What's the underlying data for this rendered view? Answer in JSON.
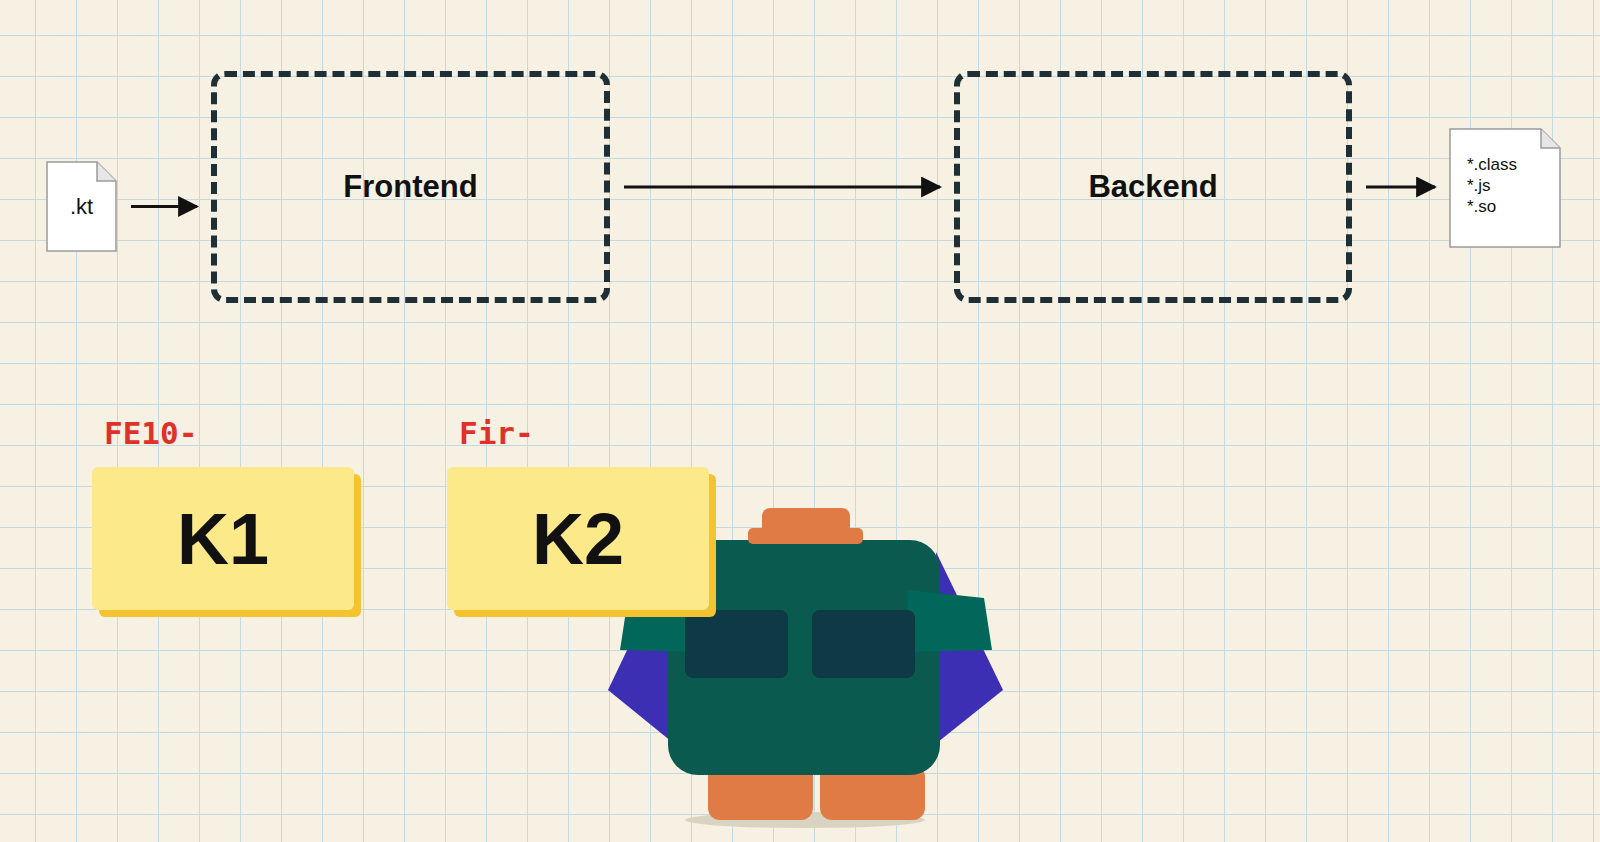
{
  "diagram": {
    "nodes": [
      {
        "text": [
          ".kt"
        ]
      },
      {
        "text": [
          "Frontend"
        ]
      },
      {
        "text": [
          "Backend"
        ]
      },
      {
        "text": [
          "*.class",
          "*.js",
          "*.so"
        ]
      },
      {
        "text": [
          "FE10-",
          "K1"
        ]
      },
      {
        "text": [
          "Fir-",
          "K2"
        ]
      }
    ],
    "edges": [
      {
        "from": 0,
        "to": 1,
        "arrow": "to"
      },
      {
        "from": 1,
        "to": 2,
        "arrow": "to"
      },
      {
        "from": 2,
        "to": 3,
        "arrow": "to"
      }
    ]
  }
}
